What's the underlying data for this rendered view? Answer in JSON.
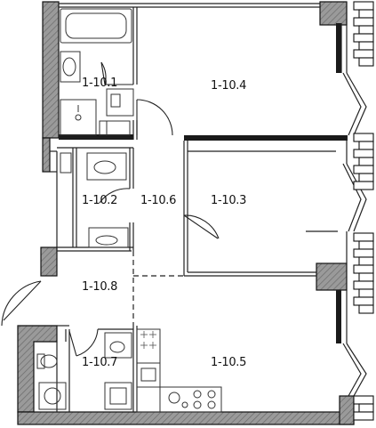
{
  "plan": {
    "rooms": [
      {
        "id": "1-10.1",
        "label": "1-10.1"
      },
      {
        "id": "1-10.2",
        "label": "1-10.2"
      },
      {
        "id": "1-10.3",
        "label": "1-10.3"
      },
      {
        "id": "1-10.4",
        "label": "1-10.4"
      },
      {
        "id": "1-10.5",
        "label": "1-10.5"
      },
      {
        "id": "1-10.6",
        "label": "1-10.6"
      },
      {
        "id": "1-10.7",
        "label": "1-10.7"
      },
      {
        "id": "1-10.8",
        "label": "1-10.8"
      }
    ]
  },
  "colors": {
    "wall_fill": "#8c8c8c",
    "wall_stroke": "#111111",
    "line": "#222222",
    "fixture": "#333333"
  }
}
